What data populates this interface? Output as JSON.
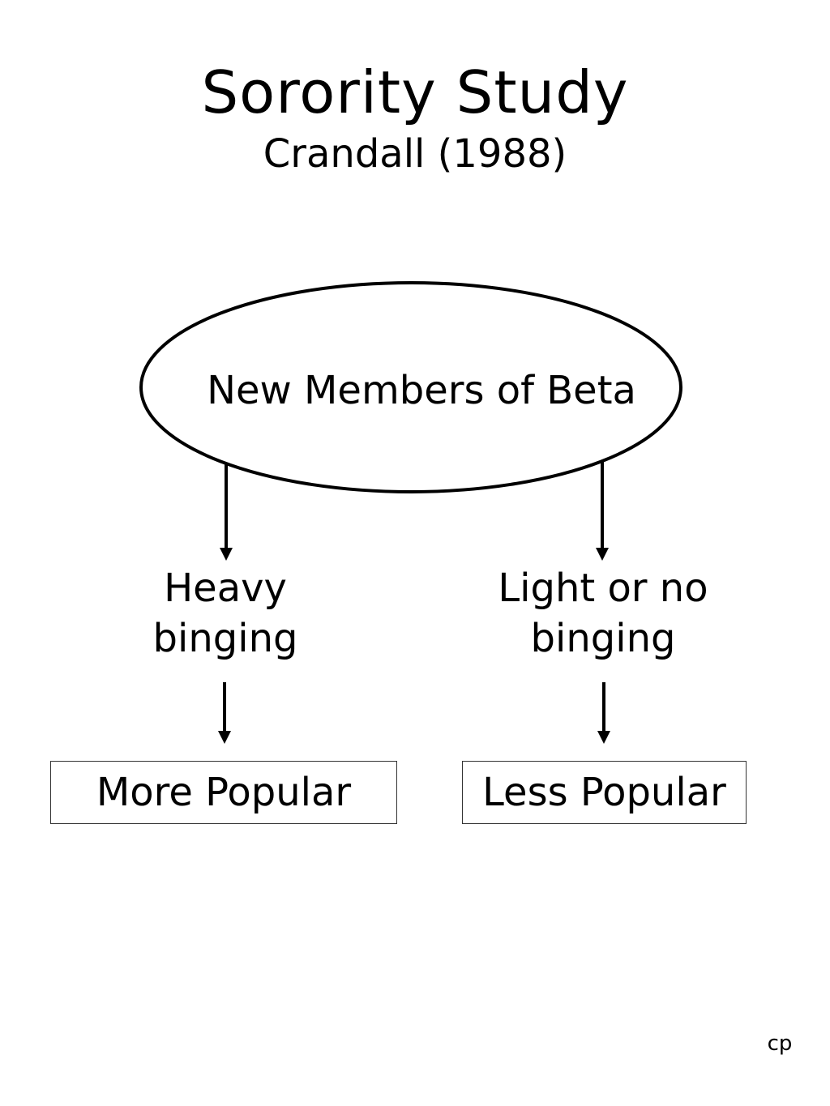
{
  "slide": {
    "title": "Sorority Study",
    "subtitle": "Crandall (1988)",
    "footer": "cp"
  },
  "diagram": {
    "root": "New Members of Beta",
    "branches": [
      {
        "line1": "Heavy",
        "line2": "binging",
        "outcome": "More Popular"
      },
      {
        "line1": "Light or no",
        "line2": "binging",
        "outcome": "Less Popular"
      }
    ]
  }
}
